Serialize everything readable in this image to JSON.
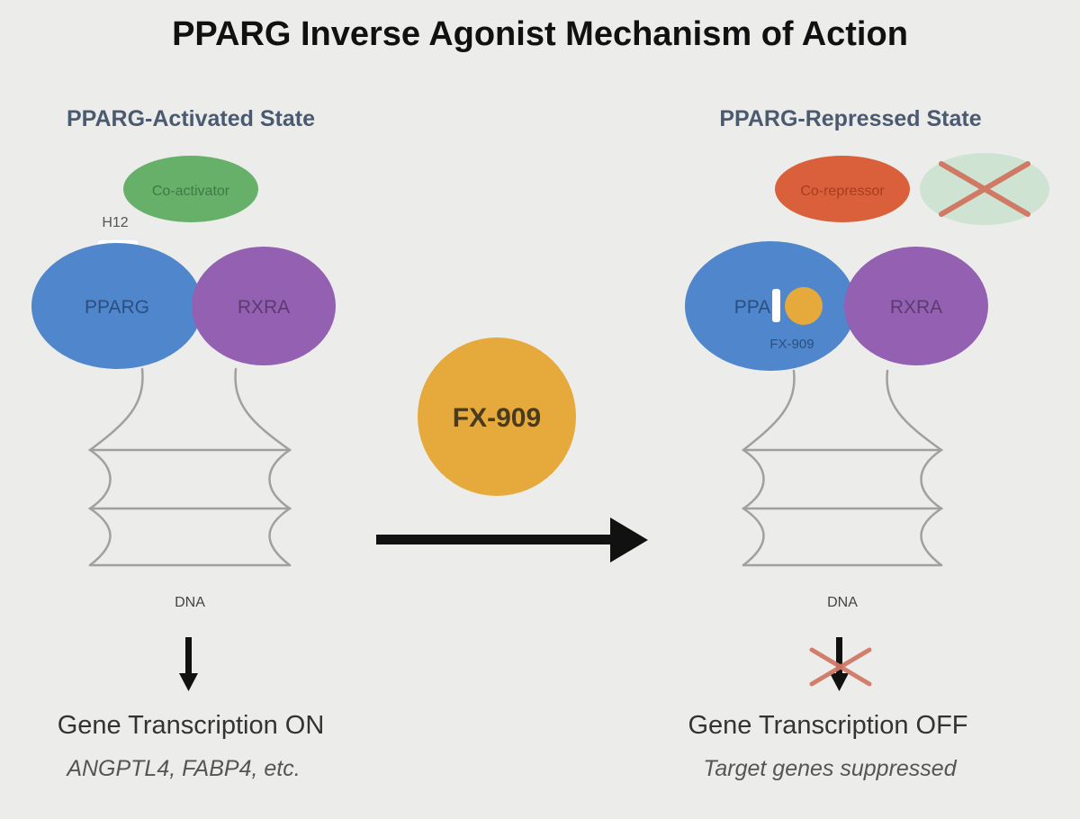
{
  "title": "PPARG Inverse Agonist Mechanism of Action",
  "left_panel": {
    "heading": "PPARG-Activated State",
    "coactivator_label": "Co-activator",
    "h12_label": "H12",
    "pparg_label": "PPARG",
    "rxra_label": "RXRA",
    "dna_label": "DNA",
    "outcome": "Gene Transcription ON",
    "outcome_detail": "ANGPTL4, FABP4, etc."
  },
  "center": {
    "drug_label": "FX-909"
  },
  "right_panel": {
    "heading": "PPARG-Repressed State",
    "corepressor_label": "Co-repressor",
    "pparg_label": "PPA",
    "bound_drug_label": "FX-909",
    "rxra_label": "RXRA",
    "dna_label": "DNA",
    "outcome": "Gene Transcription OFF",
    "outcome_detail": "Target genes suppressed"
  },
  "colors": {
    "background": "#ececea",
    "heading": "#4a5a70",
    "pparg": "#4f86cc",
    "rxra": "#9460b2",
    "coactivator": "#66b06a",
    "corepressor": "#d9603a",
    "blocked_coactivator": "#cfe3d2",
    "drug": "#e5a93c",
    "dna_strand": "#a0a0a0",
    "cross": "#d07a66"
  }
}
